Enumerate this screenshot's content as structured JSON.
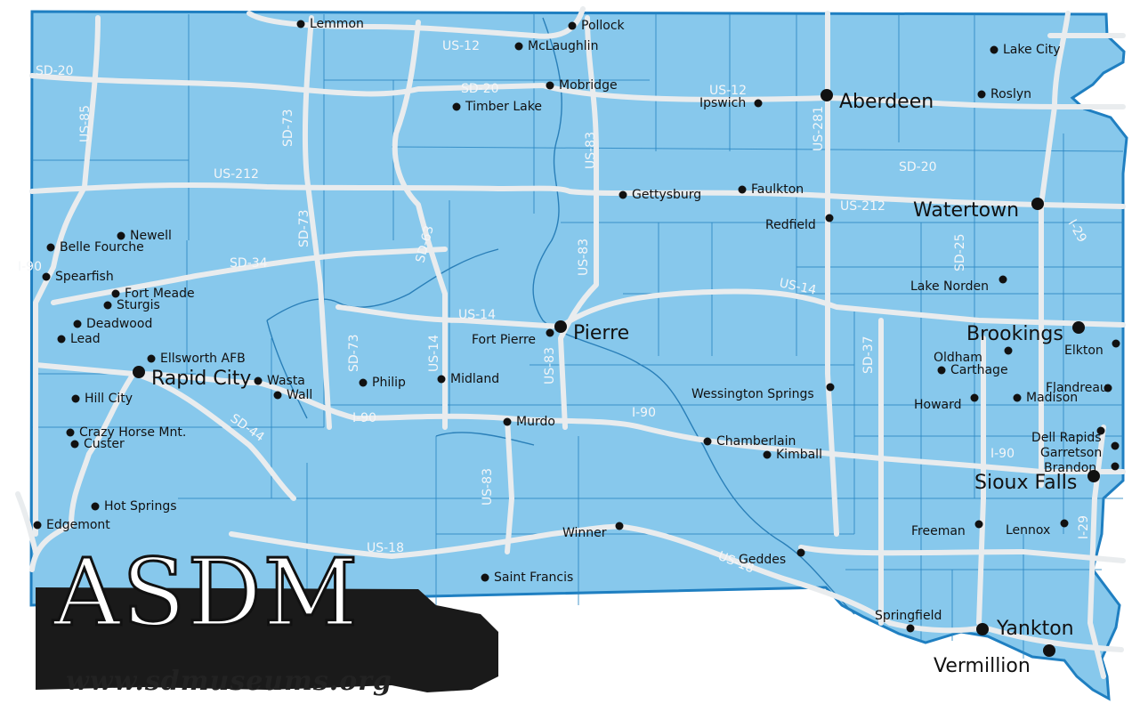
{
  "logo": {
    "text": "ASDM",
    "url": "www.sdmuseums.org"
  },
  "colors": {
    "land": "#87c8ec",
    "border": "#1f7fc1",
    "road": "#e9ecee"
  },
  "cities": [
    {
      "name": "Lemmon",
      "big": false
    },
    {
      "name": "Pollock",
      "big": false
    },
    {
      "name": "McLaughlin",
      "big": false
    },
    {
      "name": "Mobridge",
      "big": false
    },
    {
      "name": "Timber Lake",
      "big": false
    },
    {
      "name": "Lake City",
      "big": false
    },
    {
      "name": "Aberdeen",
      "big": true
    },
    {
      "name": "Roslyn",
      "big": false
    },
    {
      "name": "Ipswich",
      "big": false
    },
    {
      "name": "Gettysburg",
      "big": false
    },
    {
      "name": "Faulkton",
      "big": false
    },
    {
      "name": "Redfield",
      "big": false
    },
    {
      "name": "Watertown",
      "big": true
    },
    {
      "name": "Newell",
      "big": false
    },
    {
      "name": "Belle Fourche",
      "big": false
    },
    {
      "name": "Spearfish",
      "big": false
    },
    {
      "name": "Fort Meade",
      "big": false
    },
    {
      "name": "Sturgis",
      "big": false
    },
    {
      "name": "Deadwood",
      "big": false
    },
    {
      "name": "Lead",
      "big": false
    },
    {
      "name": "Ellsworth AFB",
      "big": false
    },
    {
      "name": "Rapid City",
      "big": true
    },
    {
      "name": "Wasta",
      "big": false
    },
    {
      "name": "Wall",
      "big": false
    },
    {
      "name": "Hill City",
      "big": false
    },
    {
      "name": "Crazy Horse Mnt.",
      "big": false
    },
    {
      "name": "Custer",
      "big": false
    },
    {
      "name": "Hot Springs",
      "big": false
    },
    {
      "name": "Edgemont",
      "big": false
    },
    {
      "name": "Pierre",
      "big": true
    },
    {
      "name": "Fort Pierre",
      "big": false
    },
    {
      "name": "Philip",
      "big": false
    },
    {
      "name": "Midland",
      "big": false
    },
    {
      "name": "Murdo",
      "big": false
    },
    {
      "name": "Lake Norden",
      "big": false
    },
    {
      "name": "Brookings",
      "big": true
    },
    {
      "name": "Elkton",
      "big": false
    },
    {
      "name": "Oldham",
      "big": false
    },
    {
      "name": "Carthage",
      "big": false
    },
    {
      "name": "Wessington Springs",
      "big": false
    },
    {
      "name": "Howard",
      "big": false
    },
    {
      "name": "Madison",
      "big": false
    },
    {
      "name": "Flandreau",
      "big": false
    },
    {
      "name": "Chamberlain",
      "big": false
    },
    {
      "name": "Kimball",
      "big": false
    },
    {
      "name": "Dell Rapids",
      "big": false
    },
    {
      "name": "Garretson",
      "big": false
    },
    {
      "name": "Brandon",
      "big": false
    },
    {
      "name": "Sioux Falls",
      "big": true
    },
    {
      "name": "Winner",
      "big": false
    },
    {
      "name": "Freeman",
      "big": false
    },
    {
      "name": "Lennox",
      "big": false
    },
    {
      "name": "Geddes",
      "big": false
    },
    {
      "name": "Saint Francis",
      "big": false
    },
    {
      "name": "Springfield",
      "big": false
    },
    {
      "name": "Yankton",
      "big": true
    },
    {
      "name": "Vermillion",
      "big": true
    }
  ],
  "roads": [
    "US-12",
    "SD-20",
    "US-12",
    "SD-20",
    "US-85",
    "SD-73",
    "US-83",
    "US-281",
    "SD-20",
    "US-212",
    "US-212",
    "SD-73",
    "SD-63",
    "US-83",
    "I-29",
    "SD-25",
    "I-90",
    "SD-34",
    "US-14",
    "US-14",
    "US-14",
    "SD-73",
    "US-83",
    "SD-37",
    "I-90",
    "SD-44",
    "I-90",
    "I-90",
    "US-83",
    "US-18",
    "US-18",
    "I-29"
  ]
}
